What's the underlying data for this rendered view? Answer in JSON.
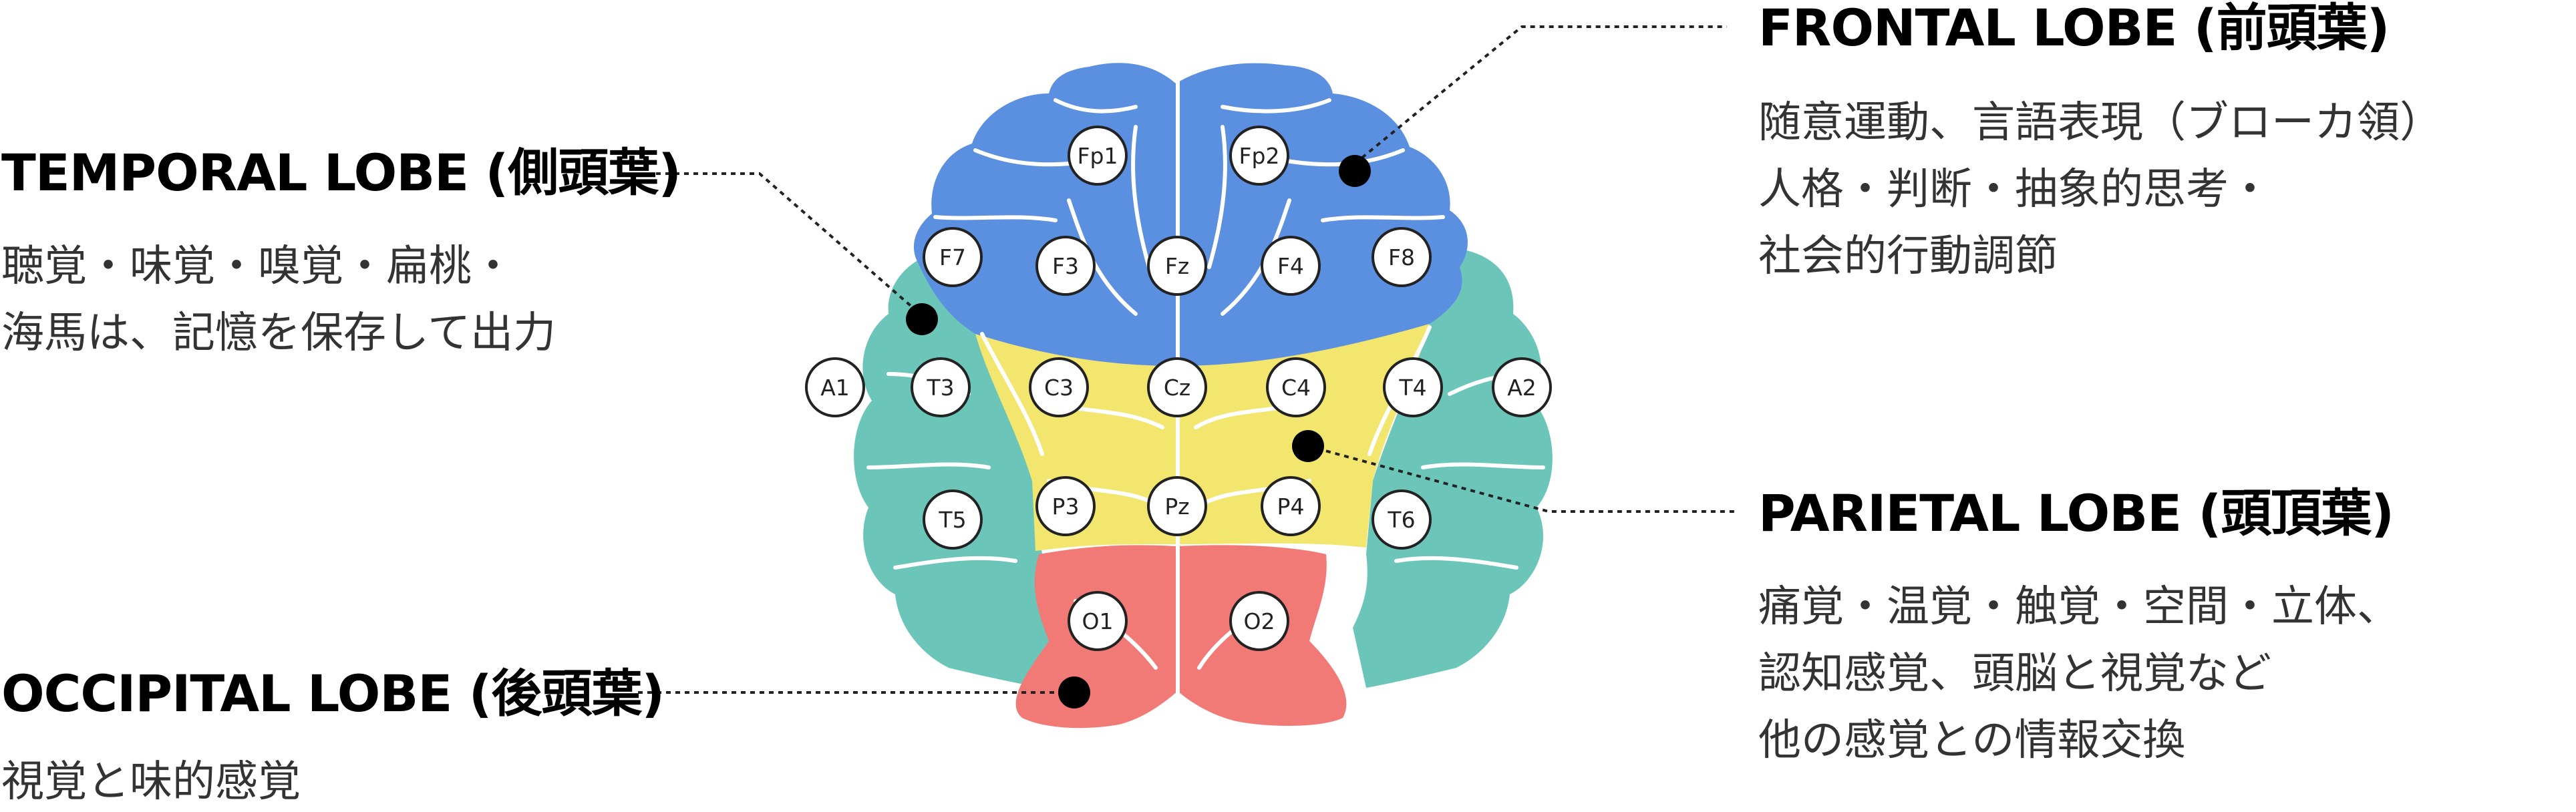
{
  "colors": {
    "frontal": "#5b8fe0",
    "temporal": "#6cc5b9",
    "parietal": "#f2e66e",
    "occipital": "#f27a76"
  },
  "lobes": {
    "frontal": {
      "title": "FRONTAL LOBE (前頭葉)",
      "lines": [
        "随意運動、言語表現（ブローカ領）",
        "人格・判断・抽象的思考・",
        "社会的行動調節"
      ]
    },
    "temporal": {
      "title": "TEMPORAL LOBE (側頭葉)",
      "lines": [
        "聴覚・味覚・嗅覚・扁桃・",
        "海馬は、記憶を保存して出力"
      ]
    },
    "parietal": {
      "title": "PARIETAL LOBE (頭頂葉)",
      "lines": [
        "痛覚・温覚・触覚・空間・立体、",
        "認知感覚、頭脳と視覚など",
        "他の感覚との情報交換"
      ]
    },
    "occipital": {
      "title": "OCCIPITAL LOBE (後頭葉)",
      "lines": [
        "視覚と味的感覚"
      ]
    }
  },
  "electrodes": [
    "Fp1",
    "Fp2",
    "F7",
    "F3",
    "Fz",
    "F4",
    "F8",
    "A1",
    "T3",
    "C3",
    "Cz",
    "C4",
    "T4",
    "A2",
    "T5",
    "P3",
    "Pz",
    "P4",
    "T6",
    "O1",
    "O2"
  ]
}
